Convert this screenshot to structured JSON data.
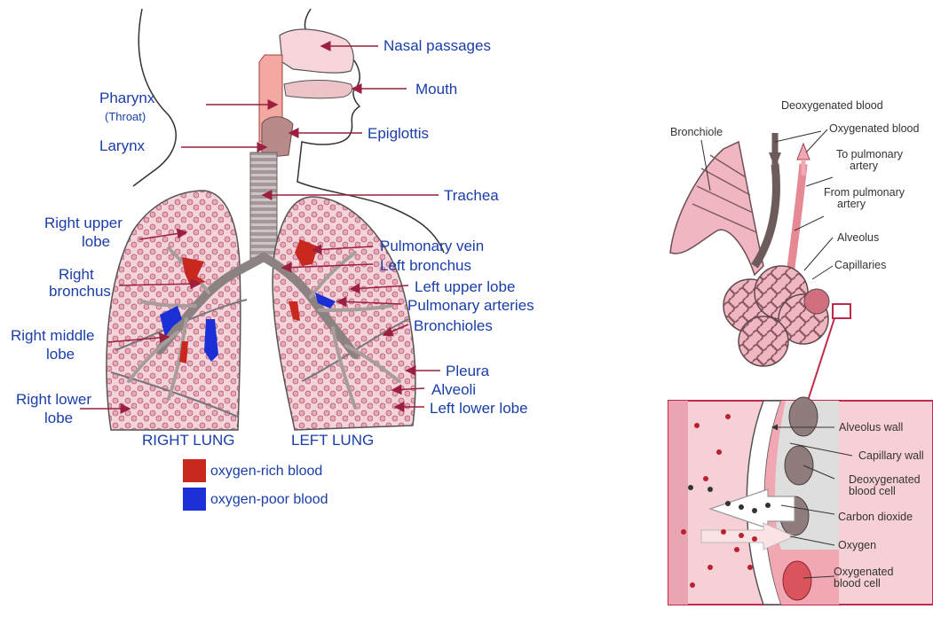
{
  "colors": {
    "label_blue": "#1a3ea8",
    "pointer": "#9b1f3e",
    "lung_fill": "#f4d3da",
    "oxygen_rich": "#c8281e",
    "oxygen_poor": "#1a2fd6",
    "airway": "#9c9090",
    "skin_outline": "#333333"
  },
  "left_diagram": {
    "labels": {
      "nasal": "Nasal passages",
      "mouth": "Mouth",
      "pharynx": "Pharynx",
      "throat": "(Throat)",
      "epiglottis": "Epiglottis",
      "larynx": "Larynx",
      "trachea": "Trachea",
      "right_upper_lobe": [
        "Right upper",
        "lobe"
      ],
      "pulmonary_vein": "Pulmonary vein",
      "left_bronchus": "Left bronchus",
      "right_bronchus": [
        "Right",
        "bronchus"
      ],
      "left_upper_lobe": "Left upper lobe",
      "pulmonary_arteries": "Pulmonary arteries",
      "right_middle_lobe": [
        "Right middle",
        "lobe"
      ],
      "bronchioles": "Bronchioles",
      "pleura": "Pleura",
      "alveoli": "Alveoli",
      "right_lower_lobe": [
        "Right lower",
        "lobe"
      ],
      "left_lower_lobe": "Left lower lobe",
      "right_lung": "RIGHT LUNG",
      "left_lung": "LEFT LUNG"
    },
    "legend": [
      {
        "label": "oxygen-rich blood",
        "color": "#c8281e"
      },
      {
        "label": "oxygen-poor blood",
        "color": "#1a2fd6"
      }
    ]
  },
  "right_diagram": {
    "labels": {
      "bronchiole": "Bronchiole",
      "deoxygenated_blood": "Deoxygenated blood",
      "oxygenated_blood": "Oxygenated blood",
      "to_pulmonary": [
        "To pulmonary",
        "artery"
      ],
      "from_pulmonary": [
        "From pulmonary",
        "artery"
      ],
      "alveolus": "Alveolus",
      "capillaries": "Capillaries",
      "alveolus_wall": "Alveolus wall",
      "capillary_wall": "Capillary wall",
      "deoxy_cell": [
        "Deoxygenated",
        "blood cell"
      ],
      "co2": "Carbon dioxide",
      "oxygen": "Oxygen",
      "oxy_cell": [
        "Oxygenated",
        "blood cell"
      ]
    }
  }
}
